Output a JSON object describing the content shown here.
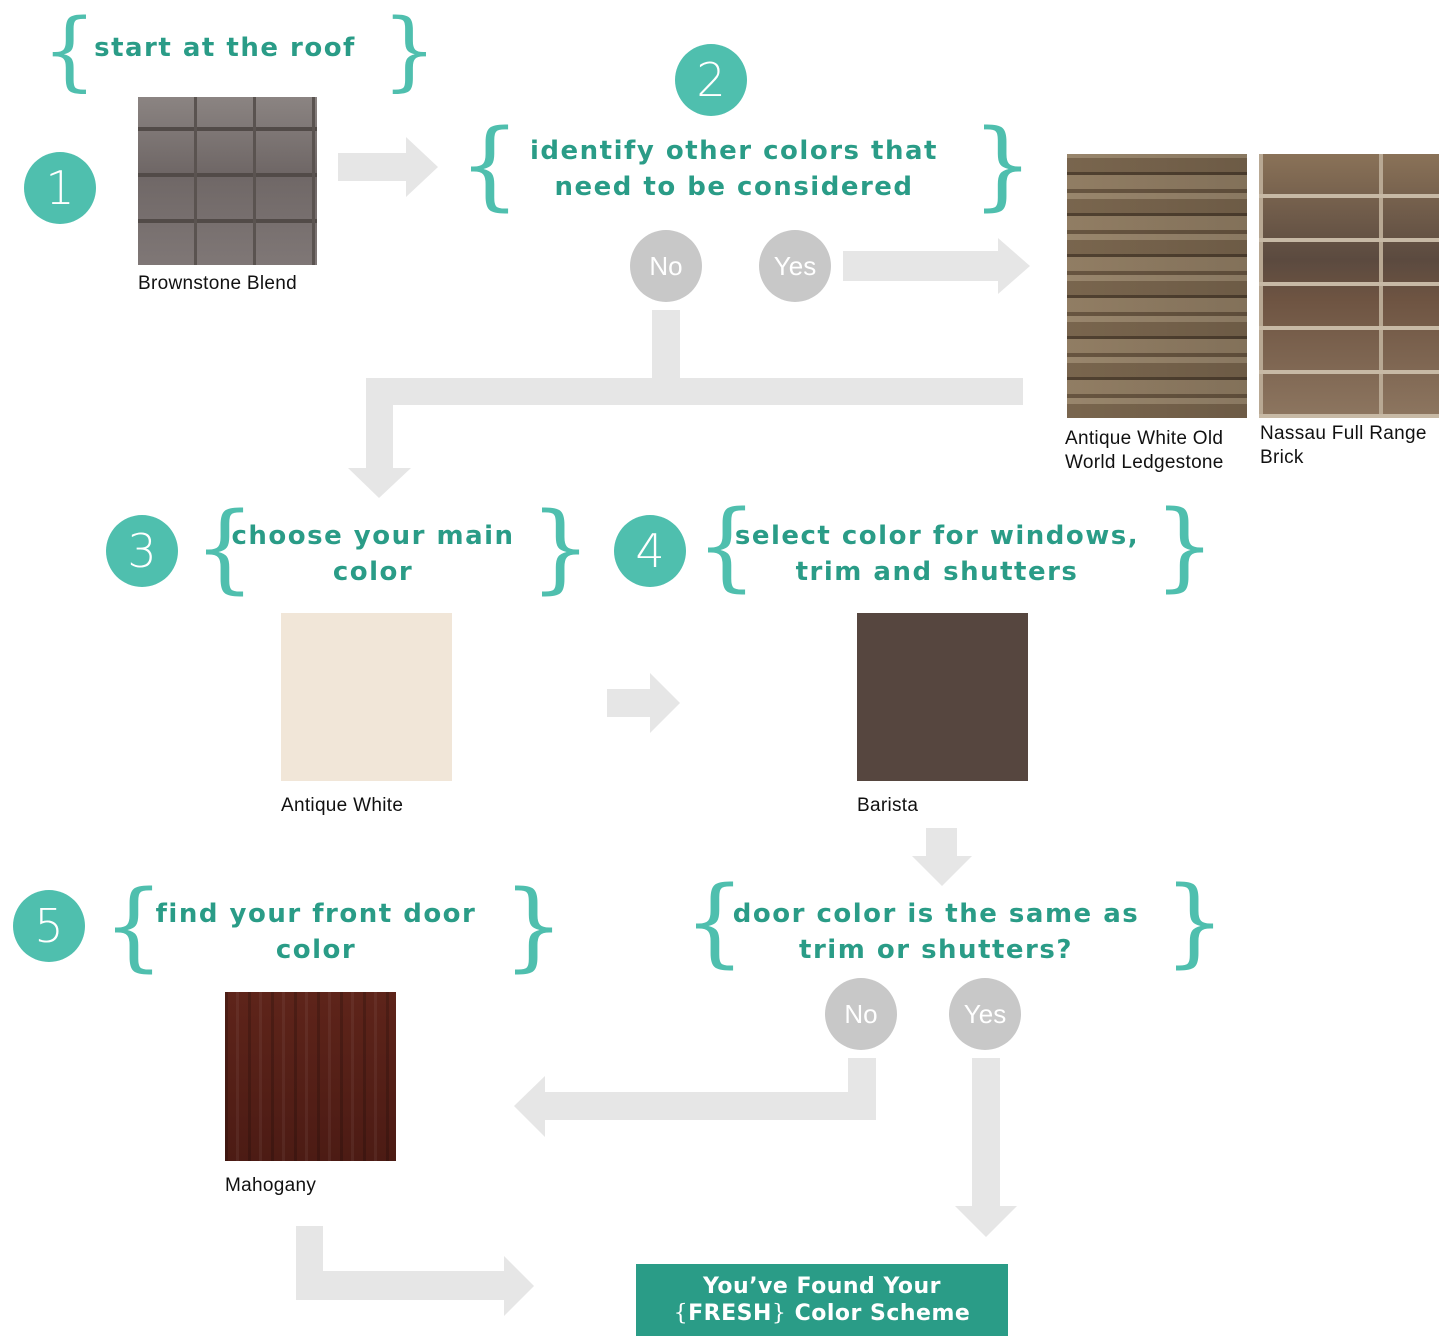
{
  "colors": {
    "accent": "#4fbfae",
    "heading": "#2a9c87",
    "pill": "#c8c8c8",
    "arrow": "#e6e6e6",
    "antique_white": "#f1e6d8",
    "barista": "#56463f",
    "final_box": "#2a9c87"
  },
  "steps": {
    "s1": {
      "number": "1",
      "heading": "start at the roof",
      "swatch_label": "Brownstone Blend"
    },
    "s2": {
      "number": "2",
      "heading": [
        "identify other colors that",
        "need to be considered"
      ],
      "no": "No",
      "yes": "Yes",
      "swatches": [
        {
          "label": [
            "Antique White Old",
            "World Ledgestone"
          ]
        },
        {
          "label": [
            "Nassau Full Range",
            "Brick"
          ]
        }
      ]
    },
    "s3": {
      "number": "3",
      "heading": [
        "choose your main",
        "color"
      ],
      "swatch_label": "Antique White"
    },
    "s4": {
      "number": "4",
      "heading": [
        "select color for windows,",
        "trim and shutters"
      ],
      "swatch_label": "Barista"
    },
    "q": {
      "heading": [
        "door color is the same as",
        "trim or shutters?"
      ],
      "no": "No",
      "yes": "Yes"
    },
    "s5": {
      "number": "5",
      "heading": [
        "find your front door",
        "color"
      ],
      "swatch_label": "Mahogany"
    }
  },
  "final": {
    "line1": "You’ve Found Your",
    "brace_open": "{",
    "word": "FRESH",
    "brace_close": "}",
    "line2_rest": " Color Scheme"
  },
  "icons": {
    "swatch_roof": "slate-shingle-texture",
    "swatch_ledgestone": "stacked-stone-texture",
    "swatch_brick": "brick-texture",
    "swatch_door": "wood-grain-texture"
  }
}
